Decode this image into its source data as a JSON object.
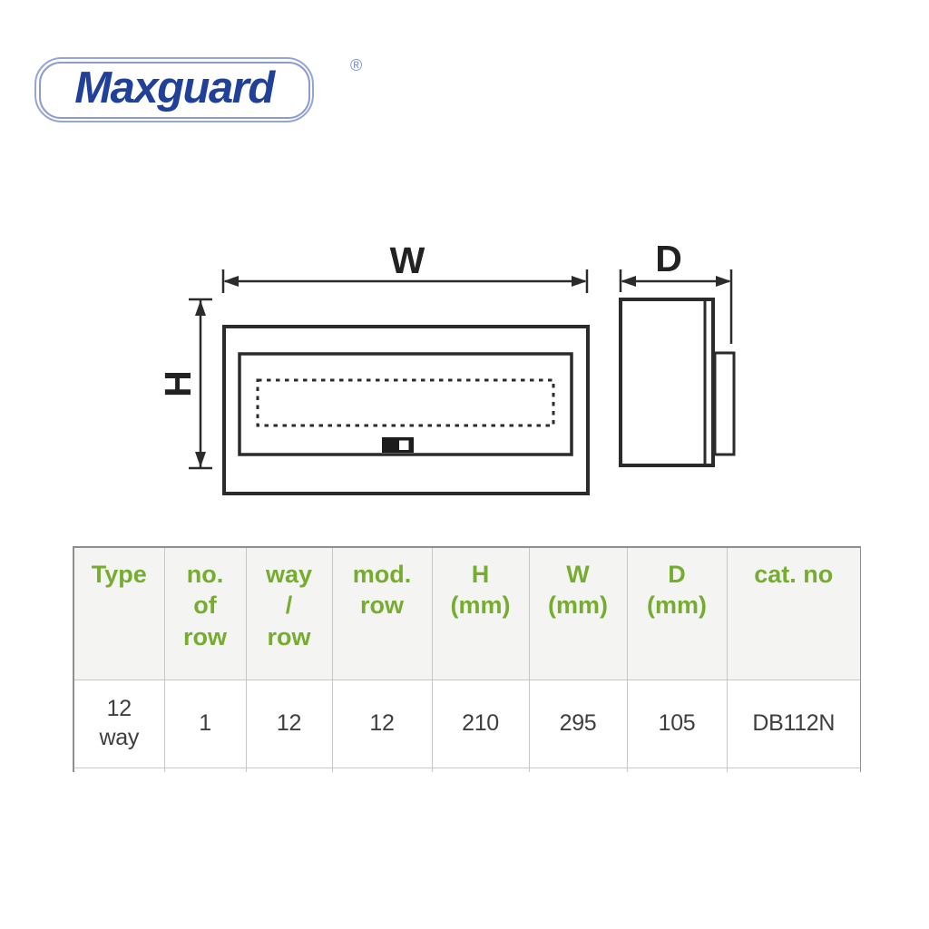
{
  "logo": {
    "brand": "Maxguard",
    "registered": "®",
    "text_color": "#21409a",
    "border_color": "#8c9cd1"
  },
  "diagram": {
    "labels": {
      "width": "W",
      "height": "H",
      "depth": "D"
    },
    "stroke_color": "#2b2b2b"
  },
  "table": {
    "header_color": "#76ac2f",
    "header_bg": "#f4f4f2",
    "text_color": "#3e3e3e",
    "headers": [
      "Type",
      "no.\nof\nrow",
      "way\n/\nrow",
      "mod.\nrow",
      "H\n(mm)",
      "W\n(mm)",
      "D\n(mm)",
      "cat. no"
    ],
    "rows": [
      {
        "type": "12\nway",
        "no_of_row": "1",
        "way_per_row": "12",
        "mod_row": "12",
        "h_mm": "210",
        "w_mm": "295",
        "d_mm": "105",
        "cat_no": "DB112N"
      }
    ]
  },
  "chart_data": {
    "type": "table",
    "title": "Maxguard distribution board dimensions",
    "columns": [
      "Type",
      "no. of row",
      "way / row",
      "mod. row",
      "H (mm)",
      "W (mm)",
      "D (mm)",
      "cat. no"
    ],
    "values": [
      [
        "12 way",
        1,
        12,
        12,
        210,
        295,
        105,
        "DB112N"
      ]
    ]
  }
}
